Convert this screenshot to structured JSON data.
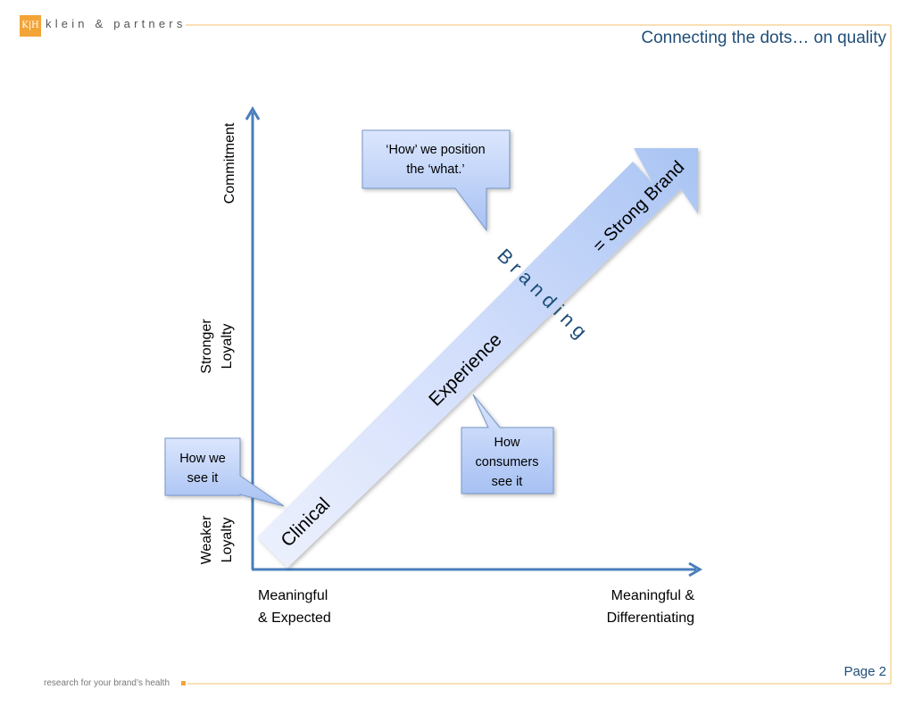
{
  "header": {
    "logo_text": "K|H",
    "brand_name": "klein & partners",
    "title": "Connecting the dots… on quality"
  },
  "footer": {
    "tagline": "research for your brand’s health",
    "page_label": "Page 2"
  },
  "diagram": {
    "y_axis_labels": {
      "top": "Commitment",
      "middle_line1": "Stronger",
      "middle_line2": "Loyalty",
      "bottom_line1": "Weaker",
      "bottom_line2": "Loyalty"
    },
    "x_axis_labels": {
      "left_line1": "Meaningful",
      "left_line2": "& Expected",
      "right_line1": "Meaningful &",
      "right_line2": "Differentiating"
    },
    "arrow_labels": {
      "low": "Clinical",
      "mid": "Experience",
      "high": "= Strong Brand",
      "branding": "B r a n d i n g"
    },
    "callouts": {
      "position_line1": "‘How’ we position",
      "position_line2": "the ‘what.’",
      "how_we_line1": "How we",
      "how_we_line2": "see it",
      "consumers_line1": "How",
      "consumers_line2": "consumers",
      "consumers_line3": "see it"
    },
    "colors": {
      "axis": "#4a7ebb",
      "arrow_light": "#e6ecfd",
      "arrow_dark": "#a9c4f3",
      "callout_fill": "#c2d5fa",
      "callout_border": "#7796c7",
      "accent_orange": "#f3a437",
      "title_blue": "#1f4e79"
    }
  }
}
